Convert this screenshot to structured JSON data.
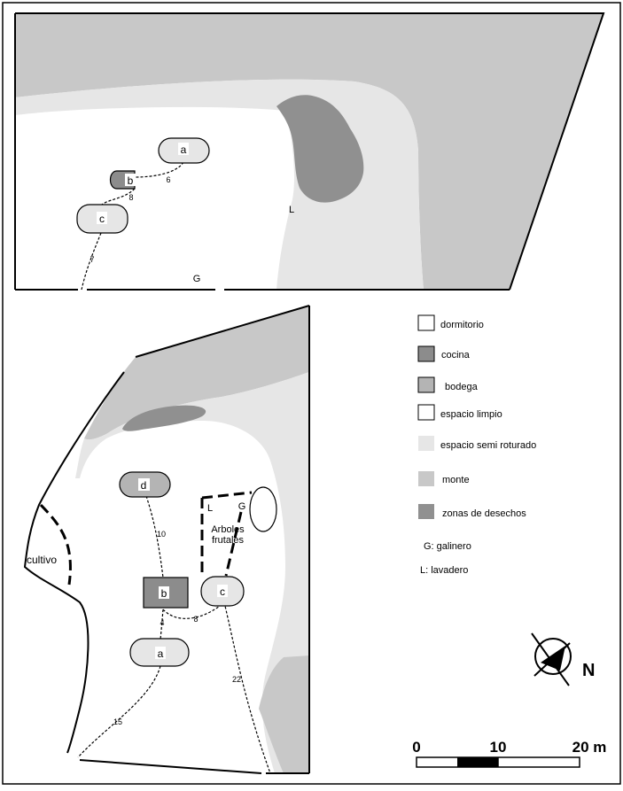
{
  "colors": {
    "monte": "#c8c8c8",
    "semi": "#e6e6e6",
    "limpio": "#ffffff",
    "bodega": "#b4b4b4",
    "cocina": "#8c8c8c",
    "desechos": "#909090",
    "stroke": "#000000"
  },
  "top_plan": {
    "buildings": {
      "a": "a",
      "b": "b",
      "c": "c"
    },
    "distances": {
      "ab": "6",
      "bc": "8",
      "c_exit": "7"
    },
    "labels": {
      "lavadero": "L",
      "galinero": "G"
    }
  },
  "bottom_plan": {
    "buildings": {
      "a": "a",
      "b": "b",
      "c": "c",
      "d": "d"
    },
    "distances": {
      "db": "10",
      "ba": "4",
      "bc": "8",
      "a_exit": "15",
      "c_exit": "22"
    },
    "labels": {
      "lavadero": "L",
      "galinero": "G",
      "arboles_1": "Arboles",
      "arboles_2": "frutales",
      "cultivo": "cultivo"
    }
  },
  "legend": {
    "items": [
      {
        "label": "dormitorio",
        "swatch": "white"
      },
      {
        "label": "cocina",
        "swatch": "cocina"
      },
      {
        "label": "bodega",
        "swatch": "bodega"
      },
      {
        "label": "espacio limpio",
        "swatch": "white"
      },
      {
        "label": "espacio semi roturado",
        "swatch": "semi"
      },
      {
        "label": "monte",
        "swatch": "monte"
      },
      {
        "label": "zonas de desechos",
        "swatch": "desechos"
      }
    ],
    "notes": [
      "G: galinero",
      "L: lavadero"
    ]
  },
  "north": {
    "label": "N",
    "icon": "compass-icon"
  },
  "scale": {
    "ticks": [
      "0",
      "10",
      "20 m"
    ]
  }
}
